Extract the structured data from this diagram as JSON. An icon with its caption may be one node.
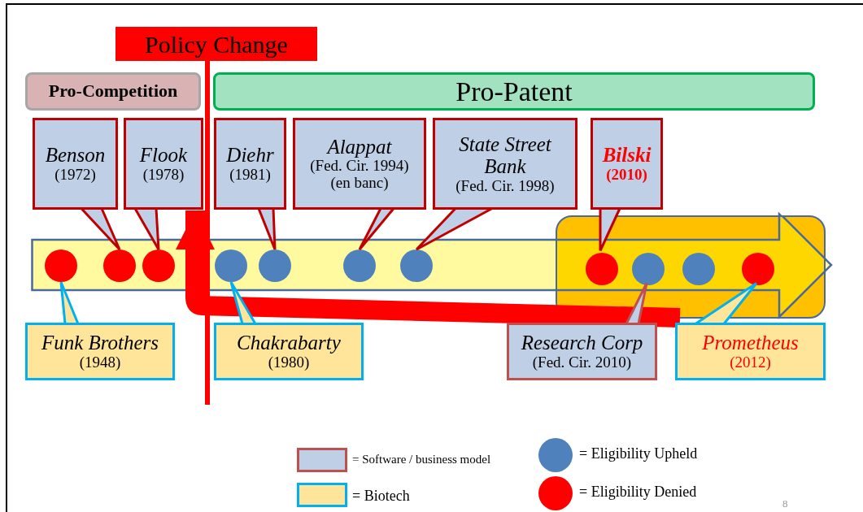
{
  "diagram": {
    "nodes": [
      {
        "text": [
          "Policy Change"
        ]
      },
      {
        "text": [
          "Pro-Competition"
        ]
      },
      {
        "text": [
          "Pro-Patent"
        ]
      },
      {
        "text": [
          "Benson",
          "(1972)"
        ]
      },
      {
        "text": [
          "Flook",
          "(1978)"
        ]
      },
      {
        "text": [
          "Diehr",
          "(1981)"
        ]
      },
      {
        "text": [
          "Alappat",
          "(Fed. Cir. 1994) (en banc)"
        ]
      },
      {
        "text": [
          "State Street Bank",
          "(Fed. Cir. 1998)"
        ]
      },
      {
        "text": [
          "Bilski",
          "(2010)"
        ]
      },
      {
        "text": [],
        "shape": "bar"
      },
      {
        "text": [],
        "shape": "box",
        "in": 9
      },
      {
        "text": [],
        "shape": "circle",
        "in": 9
      },
      {
        "text": [],
        "shape": "circle",
        "in": 9
      },
      {
        "text": [],
        "shape": "circle",
        "in": 9
      },
      {
        "text": [],
        "shape": "circle",
        "in": 9
      },
      {
        "text": [],
        "shape": "circle",
        "in": 9
      },
      {
        "text": [],
        "shape": "circle",
        "in": 9
      },
      {
        "text": [],
        "shape": "circle",
        "in": 9
      },
      {
        "text": [],
        "shape": "circle",
        "in": 10
      },
      {
        "text": [],
        "shape": "circle",
        "in": 10
      },
      {
        "text": [],
        "shape": "circle",
        "in": 10
      },
      {
        "text": [],
        "shape": "circle",
        "in": 10
      },
      {
        "text": [
          "Funk Brothers",
          "(1948)"
        ]
      },
      {
        "text": [
          "Chakrabarty",
          "(1980)"
        ]
      },
      {
        "text": [
          "Research Corp",
          "(Fed. Cir. 2010)"
        ]
      },
      {
        "text": [
          "Prometheus",
          "(2012)"
        ]
      }
    ],
    "edges": [
      {
        "from": 3,
        "to": 12,
        "arrow": "none"
      },
      {
        "from": 4,
        "to": 13,
        "arrow": "none"
      },
      {
        "from": 5,
        "to": 15,
        "arrow": "none"
      },
      {
        "from": 6,
        "to": 16,
        "arrow": "none"
      },
      {
        "from": 7,
        "to": 17,
        "arrow": "none"
      },
      {
        "from": 8,
        "to": 18,
        "arrow": "none"
      },
      {
        "from": 22,
        "to": 11,
        "arrow": "none",
        "color": "#00b0f0"
      },
      {
        "from": 23,
        "to": 14,
        "arrow": "none",
        "color": "#00b0f0"
      },
      {
        "from": 24,
        "to": 19,
        "arrow": "none",
        "color": "#c0504d"
      },
      {
        "from": 25,
        "to": 21,
        "arrow": "none",
        "color": "#00b0f0"
      },
      {
        "from": 25,
        "to": 4,
        "arrow": "to",
        "style": "thick",
        "color": "#ff0000"
      }
    ],
    "labels": [
      "8"
    ],
    "legend": [
      {
        "text": "= Software / business model",
        "color": "#bfcfe6"
      },
      {
        "text": "= Biotech",
        "color": "#ffe599"
      },
      {
        "text": "= Eligibility Upheld",
        "color": "#4f81bd"
      },
      {
        "text": "= Eligibility Denied",
        "color": "#ff0000"
      }
    ]
  }
}
